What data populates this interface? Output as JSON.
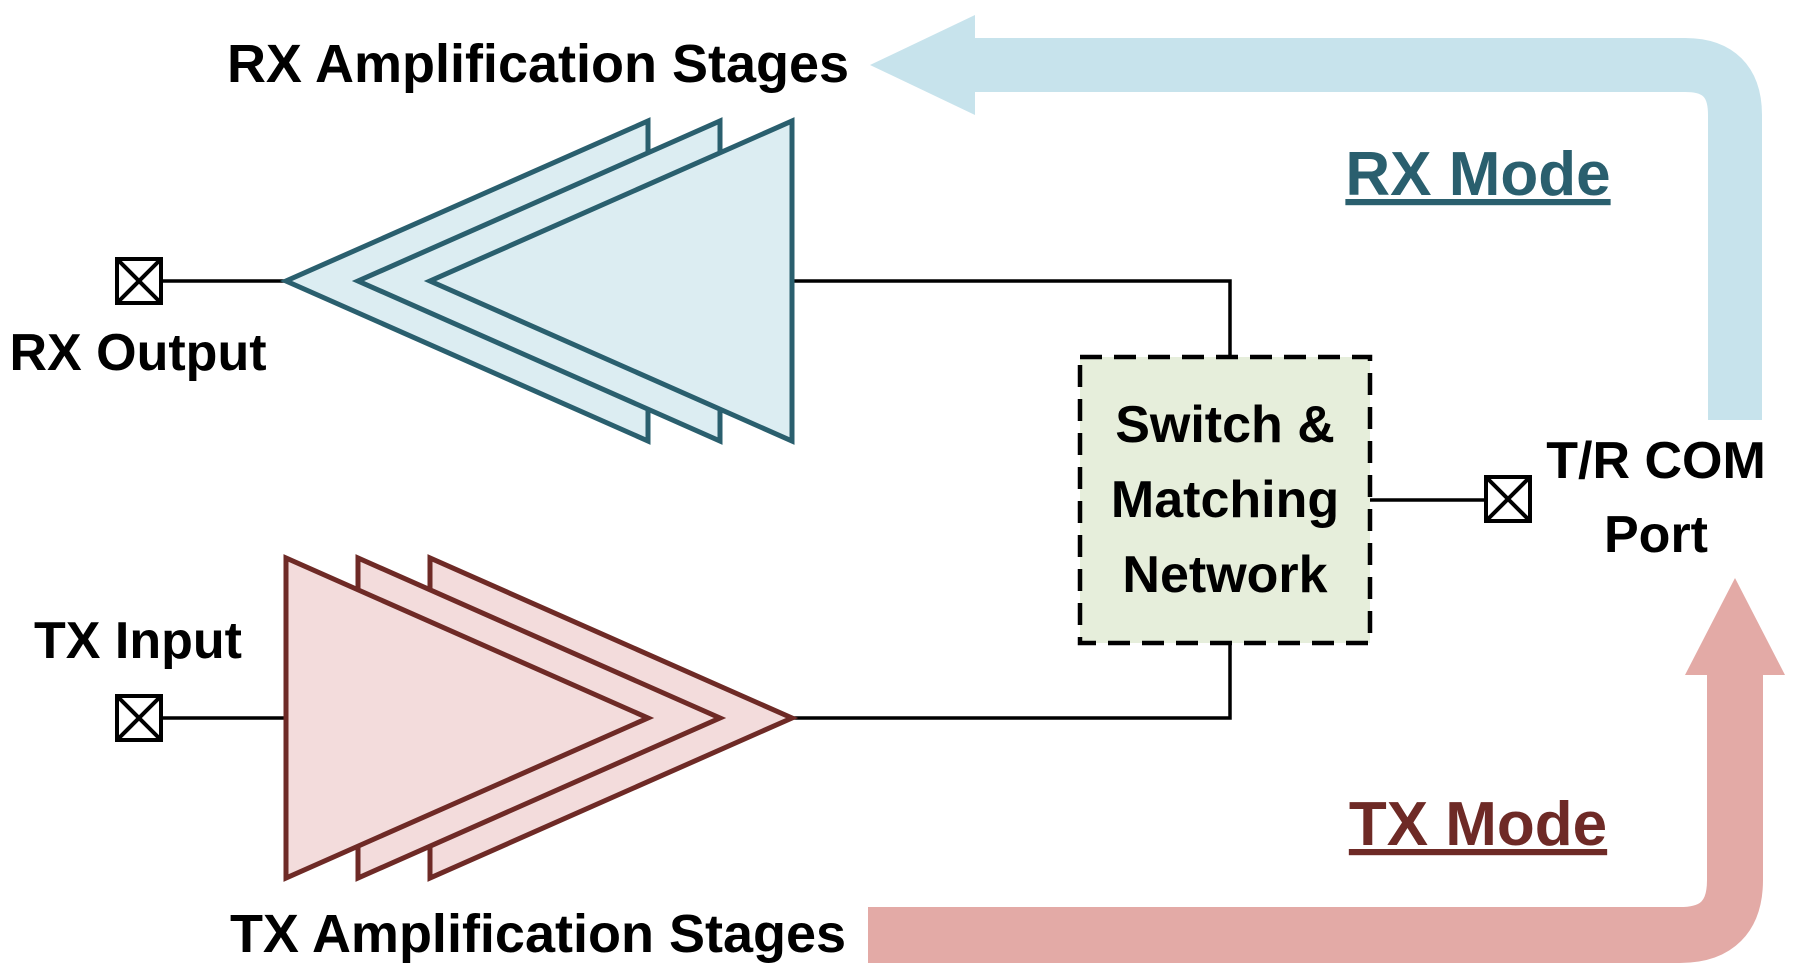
{
  "labels": {
    "rx_stages": "RX Amplification Stages",
    "tx_stages": "TX Amplification Stages",
    "rx_output": "RX Output",
    "tx_input": "TX Input",
    "tr_port_line1": "T/R COM",
    "tr_port_line2": "Port",
    "rx_mode": "RX Mode",
    "tx_mode": "TX Mode"
  },
  "switch_box": {
    "line1": "Switch &",
    "line2": "Matching",
    "line3": "Network"
  },
  "colors": {
    "rx_stroke": "#2a5f6e",
    "rx_fill": "#dcedf2",
    "tx_stroke": "#6e2a26",
    "tx_fill": "#f3dcdc",
    "rx_arrow": "#c7e3ec",
    "tx_arrow": "#e3aaa6",
    "switch_fill": "#e6eedb",
    "rx_mode_text": "#2a5f6e",
    "tx_mode_text": "#6e2a26"
  },
  "icons": [
    "port-terminal-icon"
  ]
}
